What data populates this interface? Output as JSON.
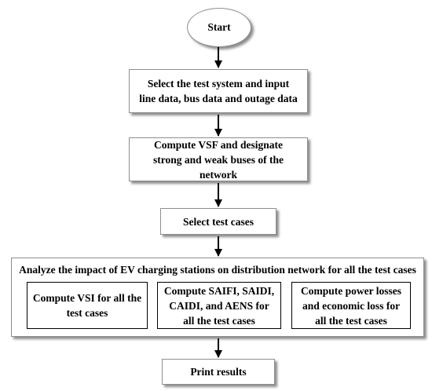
{
  "start_label": "Start",
  "step1": "Select the test system and input line data, bus data and outage data",
  "step2": "Compute VSF and designate strong and weak buses of the network",
  "step3": "Select test cases",
  "step4": {
    "title": "Analyze the impact of EV charging stations on distribution network for all the test cases",
    "sub1": "Compute VSI for all the test cases",
    "sub2": "Compute SAIFI, SAIDI, CAIDI, and AENS for all the test cases",
    "sub3": "Compute power losses and economic loss for all the test cases"
  },
  "step5": "Print results"
}
